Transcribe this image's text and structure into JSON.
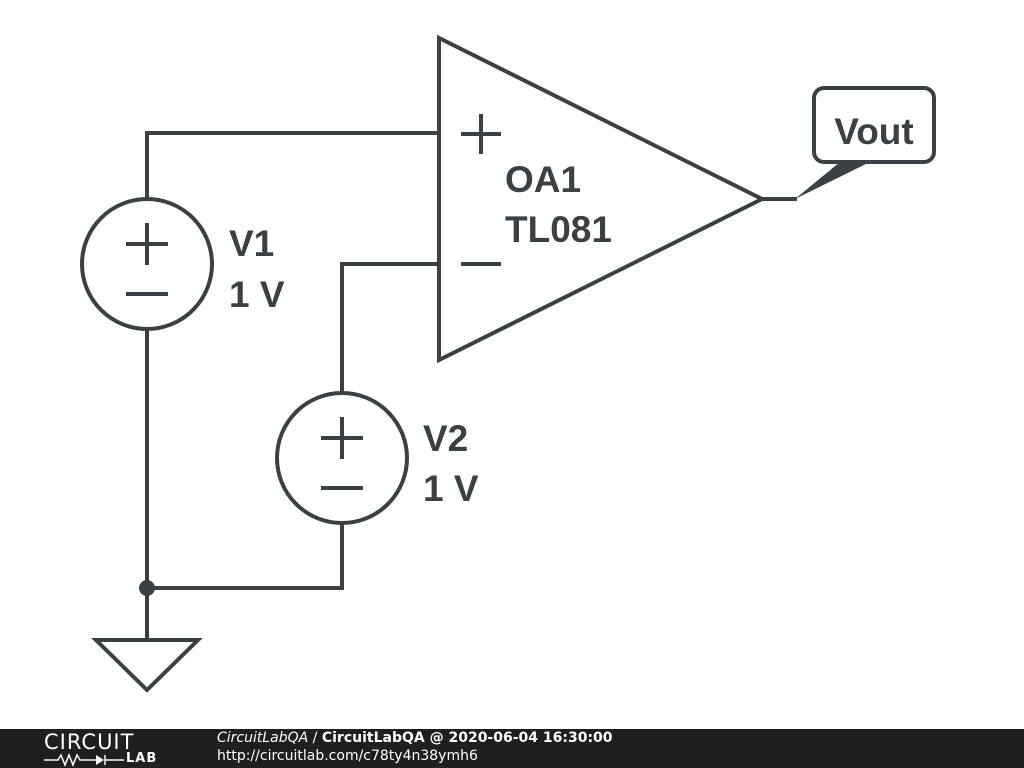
{
  "schematic": {
    "opamp": {
      "name": "OA1",
      "model": "TL081",
      "plus_sign": "+",
      "minus_sign": "−"
    },
    "v1": {
      "name": "V1",
      "value": "1 V"
    },
    "v2": {
      "name": "V2",
      "value": "1 V"
    },
    "output_label": "Vout"
  },
  "footer": {
    "logo_top": "CIRCUIT",
    "logo_bottom": "LAB",
    "user": "CircuitLabQA",
    "separator": " / ",
    "title": "CircuitLabQA @ 2020-06-04 16:30:00",
    "url": "http://circuitlab.com/c78ty4n38ymh6"
  },
  "colors": {
    "ink": "#3b4045",
    "footer_bg": "#1f1f1f",
    "footer_text": "#ffffff"
  }
}
